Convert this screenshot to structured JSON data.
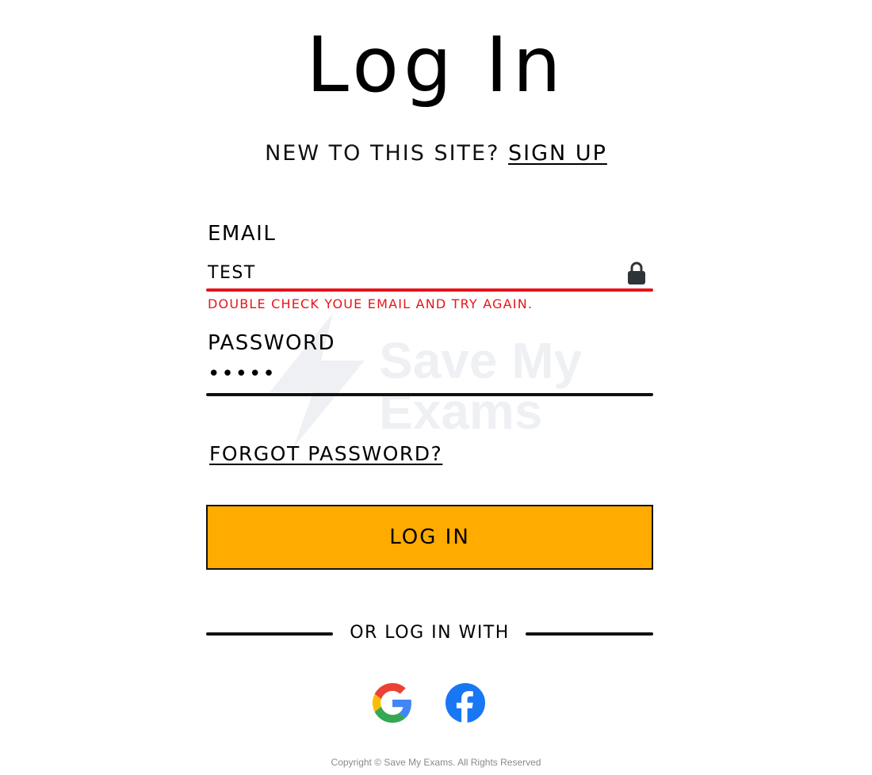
{
  "page": {
    "title": "Log In"
  },
  "signup": {
    "prompt": "NEW TO THIS SITE?",
    "link_label": "SIGN UP"
  },
  "email": {
    "label": "EMAIL",
    "value": "TEST",
    "error": "DOUBLE CHECK YOUE EMAIL AND TRY AGAIN.",
    "icon": "lock-icon"
  },
  "password": {
    "label": "PASSWORD",
    "value": "•••••"
  },
  "forgot_password": {
    "label": "FORGOT PASSWORD?"
  },
  "login_button": {
    "label": "LOG IN"
  },
  "social": {
    "divider_text": "OR LOG IN WITH",
    "providers": [
      {
        "name": "google",
        "icon": "google-icon"
      },
      {
        "name": "facebook",
        "icon": "facebook-icon"
      }
    ]
  },
  "watermark": {
    "lines": [
      "Save My",
      "Exams"
    ]
  },
  "footer": {
    "copyright": "Copyright © Save My Exams. All Rights Reserved"
  },
  "colors": {
    "accent": "#ffab00",
    "error": "#e8141a",
    "text": "#000000",
    "google_blue": "#4285F4",
    "google_red": "#EA4335",
    "google_yellow": "#FBBC05",
    "google_green": "#34A853",
    "facebook_blue": "#1877F2"
  }
}
